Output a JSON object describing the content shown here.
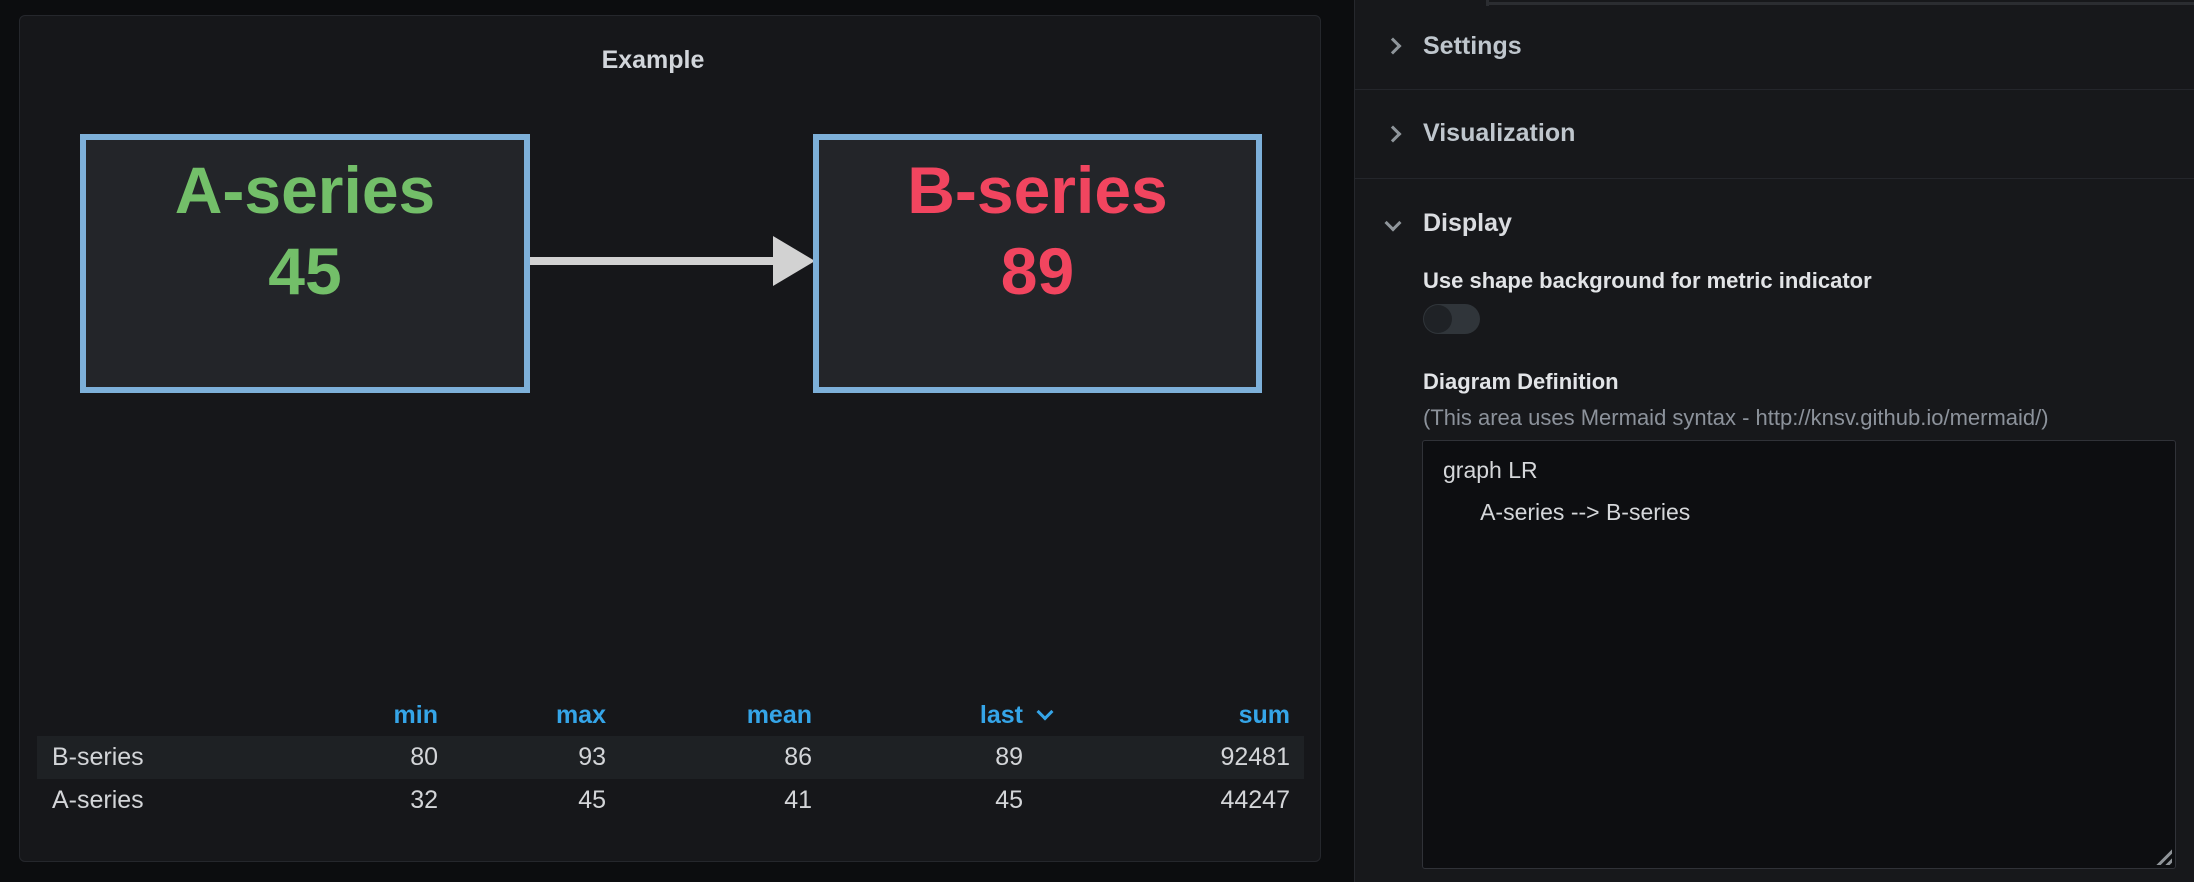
{
  "panel": {
    "title": "Example",
    "diagram": {
      "nodes": [
        {
          "label": "A-series",
          "value": "45",
          "text_color": "#73bf69"
        },
        {
          "label": "B-series",
          "value": "89",
          "text_color": "#f1455f"
        }
      ],
      "edge": {
        "from": "A-series",
        "to": "B-series"
      },
      "node_border_color": "#7db0d9",
      "arrow_color": "#d2d2d2"
    },
    "legend": {
      "columns": [
        "min",
        "max",
        "mean",
        "last",
        "sum"
      ],
      "sorted_column": "last",
      "header_color": "#35a5e8",
      "rows": [
        {
          "name": "B-series",
          "min": "80",
          "max": "93",
          "mean": "86",
          "last": "89",
          "sum": "92481"
        },
        {
          "name": "A-series",
          "min": "32",
          "max": "45",
          "mean": "41",
          "last": "45",
          "sum": "44247"
        }
      ]
    }
  },
  "options": {
    "sections": [
      {
        "label": "Settings",
        "expanded": false
      },
      {
        "label": "Visualization",
        "expanded": false
      },
      {
        "label": "Display",
        "expanded": true
      }
    ],
    "display": {
      "toggle_label": "Use shape background for metric indicator",
      "toggle_state": "off",
      "definition_label": "Diagram Definition",
      "definition_hint": "(This area uses Mermaid syntax - http://knsv.github.io/mermaid/)",
      "definition_value": "graph LR\n      A-series --> B-series"
    }
  }
}
